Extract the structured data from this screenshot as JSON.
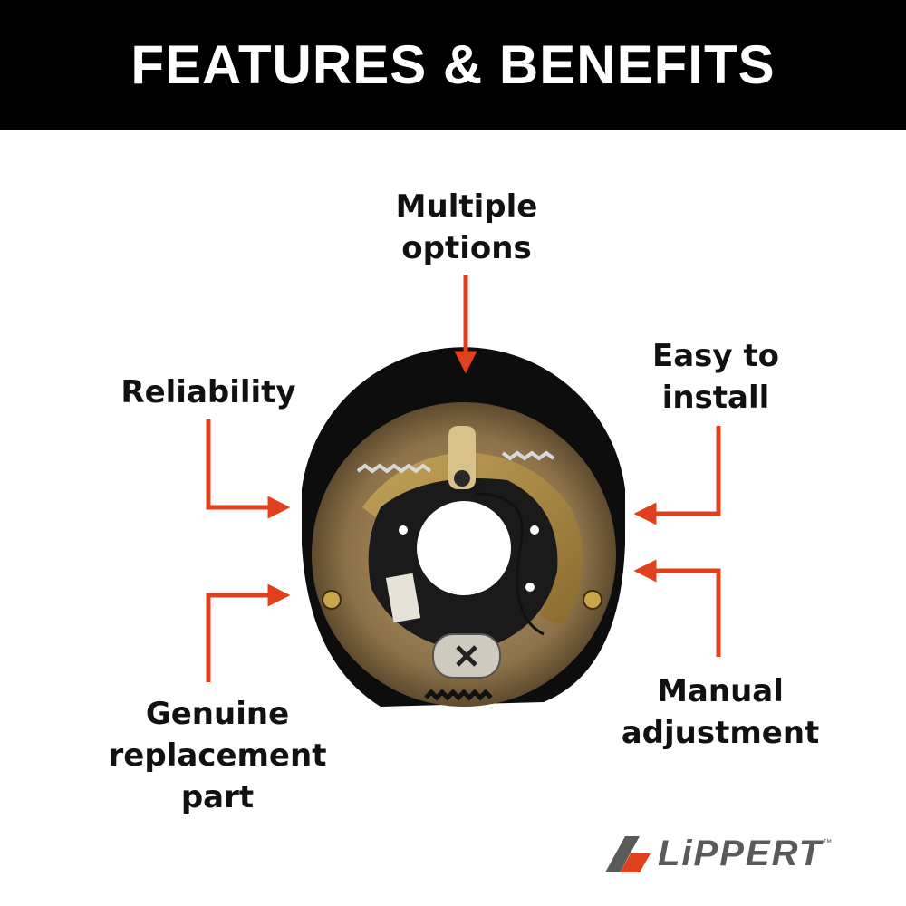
{
  "header": {
    "title": "FEATURES & BENEFITS"
  },
  "features": {
    "top": [
      "Multiple",
      "options"
    ],
    "left_upper": [
      "Reliability"
    ],
    "right_upper": [
      "Easy to",
      "install"
    ],
    "left_lower": [
      "Genuine",
      "replacement",
      "part"
    ],
    "right_lower": [
      "Manual",
      "adjustment"
    ]
  },
  "brand": {
    "name": "LiPPERT",
    "trademark": "™"
  },
  "colors": {
    "header_bg": "#000000",
    "arrow": "#e0401c",
    "text": "#111111",
    "logo_gray": "#5a5a5a",
    "logo_orange": "#e0401c"
  }
}
